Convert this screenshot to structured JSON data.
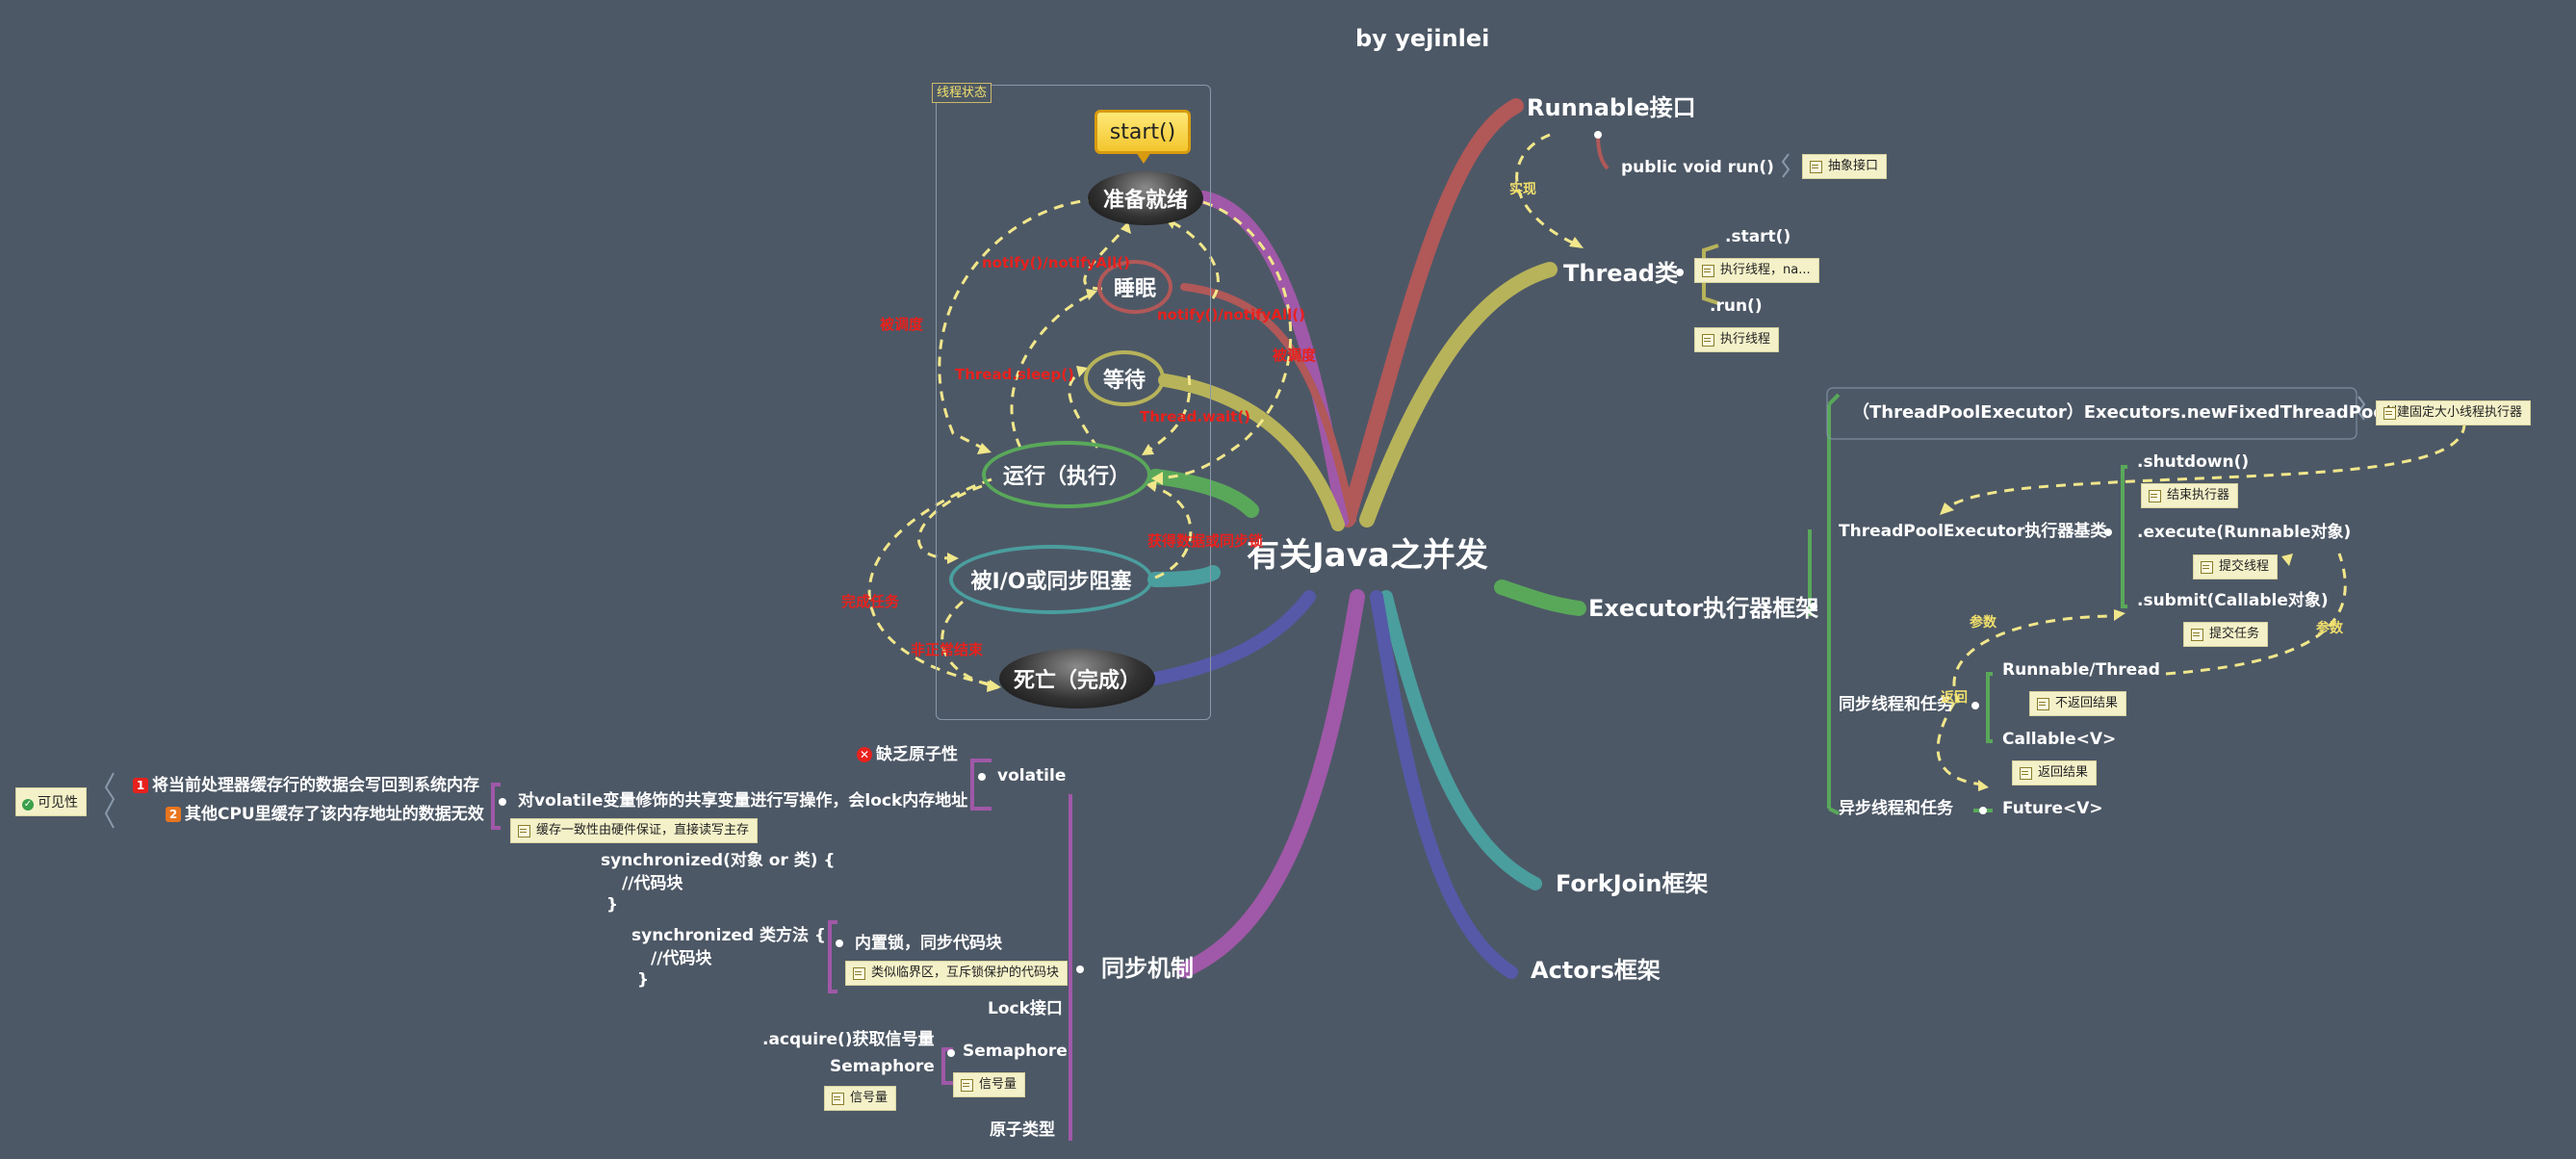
{
  "author": "by yejinlei",
  "center": "有关Java之并发",
  "thread_states": {
    "tag": "线程状态",
    "start": "start()",
    "ready": "准备就绪",
    "sleep": "睡眠",
    "wait": "等待",
    "running": "运行（执行）",
    "blocked": "被I/O或同步阻塞",
    "dead": "死亡（完成）",
    "labels": {
      "notify1": "notify()/notifyAll()",
      "notify2": "notify()/notifyAll()",
      "scheduled": "被调度",
      "scheduled2": "被调度",
      "sleep_call": "Thread.sleep()",
      "wait_call": "Thread.wait()",
      "got_data": "获得数据或同步锁",
      "finish": "完成任务",
      "exception": "非正常结束"
    }
  },
  "runnable": {
    "title": "Runnable接口",
    "method": "public void run()",
    "method_note": "抽象接口",
    "impl_label": "实现"
  },
  "thread_class": {
    "title": "Thread类",
    "start": ".start()",
    "start_note": "执行线程，na...",
    "run": ".run()",
    "run_note": "执行线程"
  },
  "executor": {
    "title": "Executor执行器框架",
    "factory": "（ThreadPoolExecutor）Executors.newFixedThreadPool(N)",
    "factory_note": "创建固定大小线程执行器",
    "base": "ThreadPoolExecutor执行器基类",
    "shutdown": ".shutdown()",
    "shutdown_note": "结束执行器",
    "execute": ".execute(Runnable对象)",
    "execute_note": "提交线程",
    "submit": ".submit(Callable对象)",
    "submit_note": "提交任务",
    "sync": "同步线程和任务",
    "runnable_thread": "Runnable/Thread",
    "runnable_thread_note": "不返回结果",
    "callable": "Callable<V>",
    "callable_note": "返回结果",
    "async": "异步线程和任务",
    "future": "Future<V>",
    "param1": "参数",
    "param2": "参数",
    "return_label": "返回"
  },
  "forkjoin": "ForkJoin框架",
  "actors": "Actors框架",
  "sync": {
    "title": "同步机制",
    "volatile": "volatile",
    "volatile_missing": "缺乏原子性",
    "volatile_desc": "对volatile变量修饰的共享变量进行写操作，会lock内存地址",
    "volatile_note": "缓存一致性由硬件保证，直接读写主存",
    "visibility": "可见性",
    "vis_1": "将当前处理器缓存行的数据会写回到系统内存",
    "vis_2": "其他CPU里缓存了该内存地址的数据无效",
    "vis_1_num": "1",
    "vis_2_num": "2",
    "sync_code1_l1": "synchronized(对象 or 类) {",
    "sync_code1_l2": "//代码块",
    "sync_code1_l3": "}",
    "sync_code2_l1": "synchronized  类方法 {",
    "sync_code2_l2": "//代码块",
    "sync_code2_l3": "}",
    "monitor": "内置锁，同步代码块",
    "monitor_note": "类似临界区，互斥锁保护的代码块",
    "lock": "Lock接口",
    "semaphore": "Semaphore",
    "semaphore_note": "信号量",
    "acquire": ".acquire()获取信号量",
    "semaphore_left": "Semaphore",
    "semaphore_left_note": "信号量",
    "atomic": "原子类型"
  },
  "colors": {
    "background": "#4d5866",
    "runnable_branch": "#b15858",
    "thread_branch": "#b7b35a",
    "executor_branch": "#59a85a",
    "forkjoin_branch": "#4a9e9e",
    "actors_branch": "#5559a8",
    "sync_branch": "#a058a8",
    "dashed": "#f1e78b",
    "red_label": "#e8211d"
  }
}
